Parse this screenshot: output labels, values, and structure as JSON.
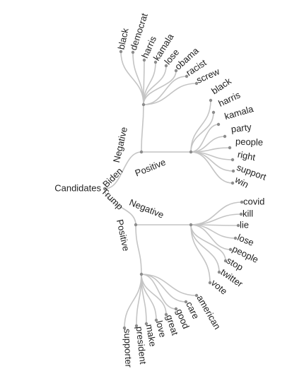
{
  "tree": {
    "root": "Candidates",
    "candidates": [
      {
        "name": "Biden",
        "sentiments": [
          {
            "name": "Negative",
            "words": [
              "black",
              "democrat",
              "harris",
              "kamala",
              "lose",
              "obama",
              "racist",
              "screw"
            ]
          },
          {
            "name": "Positive",
            "words": [
              "black",
              "harris",
              "kamala",
              "party",
              "people",
              "right",
              "support",
              "win"
            ]
          }
        ]
      },
      {
        "name": "Trump",
        "sentiments": [
          {
            "name": "Negative",
            "words": [
              "covid",
              "kill",
              "lie",
              "lose",
              "people",
              "stop",
              "twitter",
              "vote"
            ]
          },
          {
            "name": "Positive",
            "words": [
              "american",
              "care",
              "good",
              "great",
              "love",
              "make",
              "president",
              "supporter"
            ]
          }
        ]
      }
    ]
  }
}
